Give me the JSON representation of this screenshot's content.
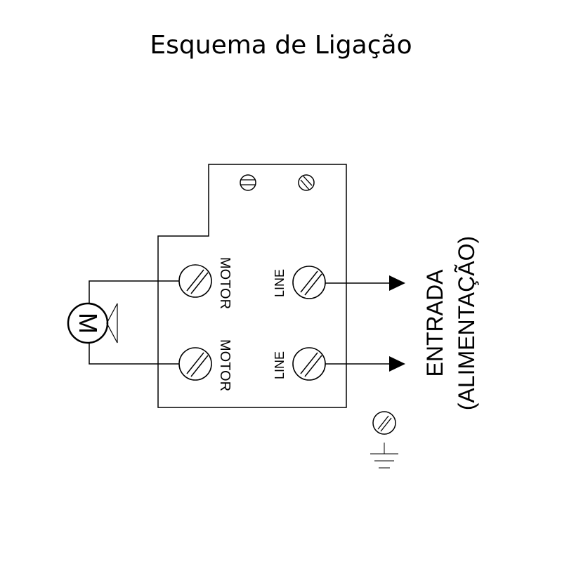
{
  "title": "Esquema de Ligação",
  "terminals": {
    "motor_top_label": "MOTOR",
    "motor_bottom_label": "MOTOR",
    "line_top_label": "LINE",
    "line_bottom_label": "LINE"
  },
  "motor": {
    "symbol": "M"
  },
  "input": {
    "line1": "ENTRADA",
    "line2": "(ALIMENTAÇÃO)"
  },
  "colors": {
    "stroke": "#000000",
    "background": "#ffffff"
  }
}
